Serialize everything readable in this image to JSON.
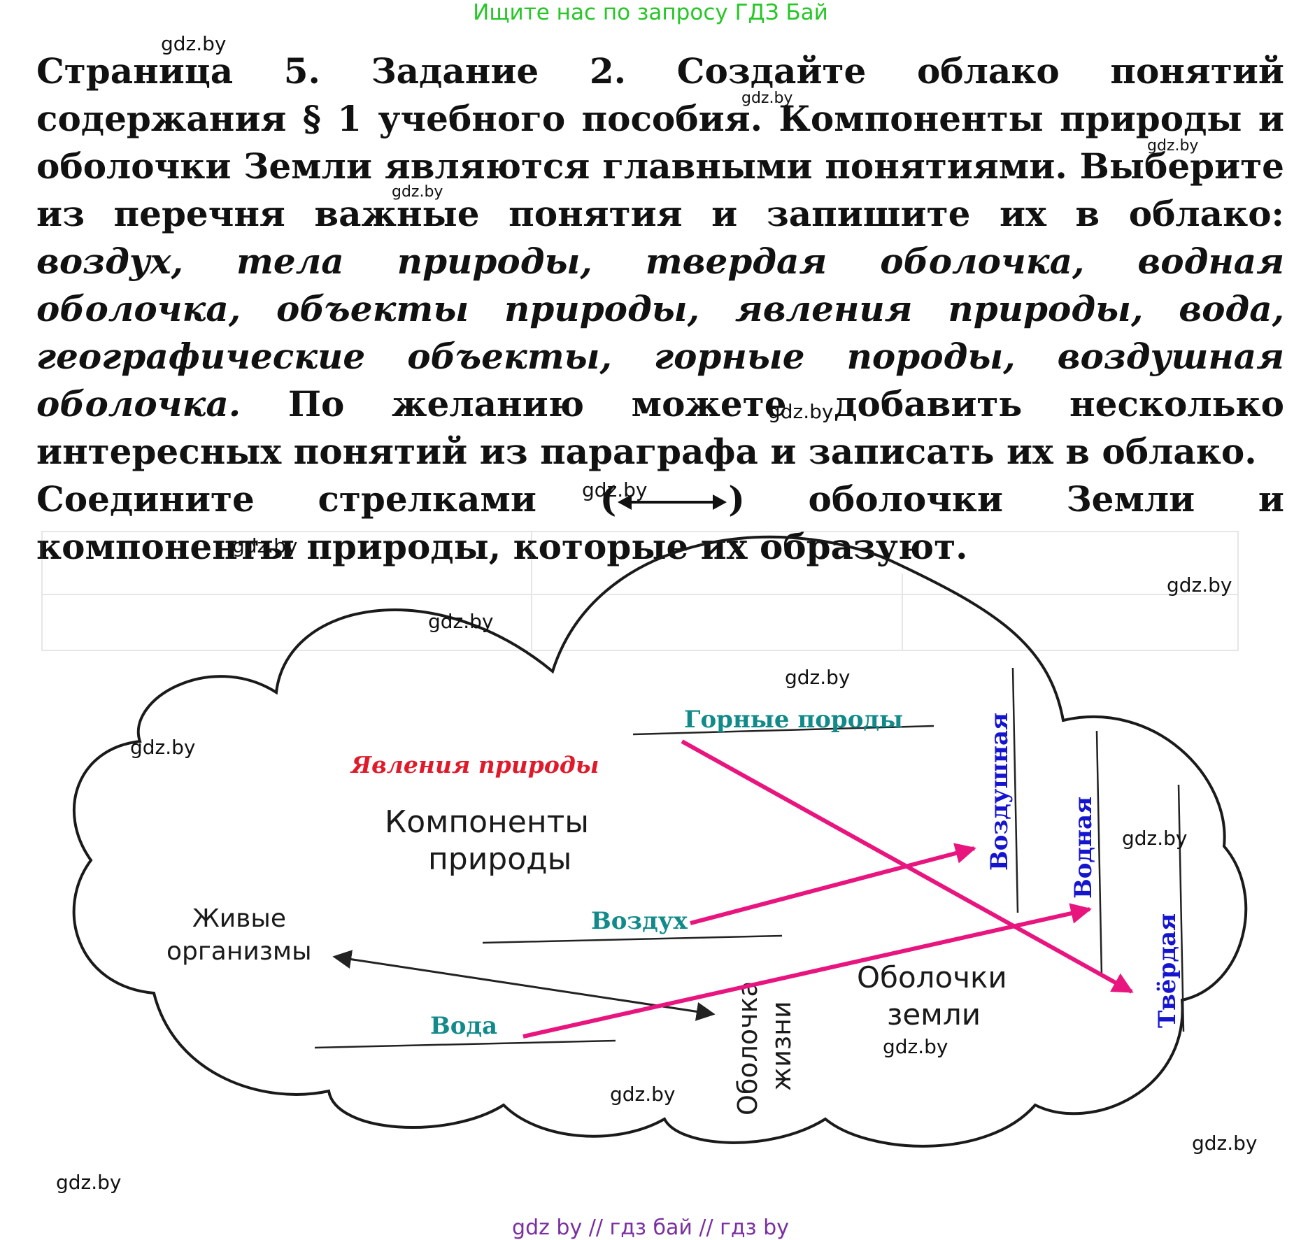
{
  "banner": "Ищите нас по запросу ГДЗ Бай",
  "task": {
    "p1_bold": "Страница 5. Задание 2. Создайте облако понятий содержания § 1 учебного пособия. Компоненты природы и оболочки Земли являются главными понятиями. Выберите из перечня важные понятия и запишите их в облако: ",
    "p1_italic": "воздух, тела природы, твердая оболочка, водная оболочка, объекты природы, явления природы, вода, географические объекты, горные породы, воздушная оболочка.",
    "p2": " По желанию можете добавить несколько интересных понятий из параграфа и записать их в облако.",
    "p3_before": "Соедините стрелками (",
    "p3_after": ") оболочки Земли и компоненты природы, которые их образуют."
  },
  "cloud": {
    "phenomena": "Явления природы",
    "components_line1": "Компоненты",
    "components_line2": "природы",
    "living_line1": "Живые",
    "living_line2": "организмы",
    "rocks": "Горные породы",
    "air": "Воздух",
    "water": "Вода",
    "biosphere_line1": "Оболочка",
    "biosphere_line2": "жизни",
    "shells_line1": "Оболочки",
    "shells_line2": "земли",
    "atmosphere": "Воздушная",
    "hydrosphere": "Водная",
    "lithosphere": "Твёрдая"
  },
  "colors": {
    "arrow": "#e8157f",
    "teal": "#128a8a",
    "blue": "#1515d0",
    "red": "#e01a2a",
    "banner": "#26c726",
    "footer": "#7a2fa0"
  },
  "watermarks": [
    "gdz.by",
    "gdz.by",
    "gdz.by",
    "gdz.by",
    "gdz.by",
    "gdz.by",
    "gdz.by",
    "gdz.by",
    "gdz.by",
    "gdz.by",
    "gdz.by",
    "gdz.by",
    "gdz.by",
    "gdz.by",
    "gdz.by",
    "gdz.by"
  ],
  "footer": "gdz by  //  гдз бай  //  гдз by"
}
